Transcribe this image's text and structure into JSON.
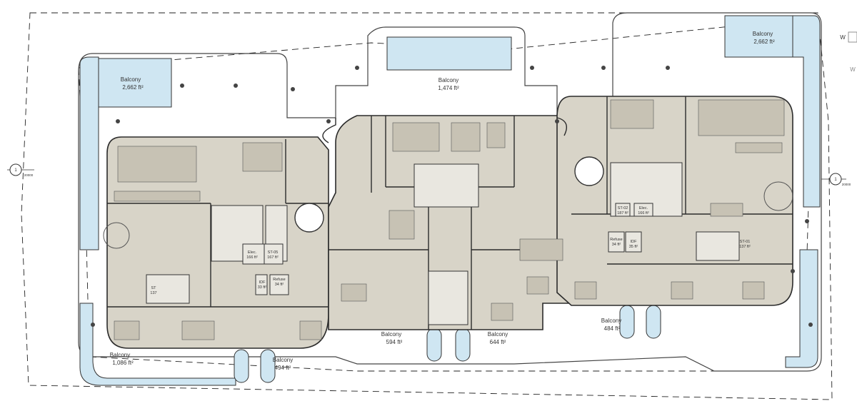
{
  "balconies": {
    "left_top": {
      "name": "Balcony",
      "area": "2,662 ft²"
    },
    "center_top": {
      "name": "Balcony",
      "area": "1,474 ft²"
    },
    "right_top": {
      "name": "Balcony",
      "area": "2,662 ft²"
    },
    "left_bottom": {
      "name": "Balcony",
      "area": "1,086 ft²"
    },
    "mid_left_bottom": {
      "name": "Balcony",
      "area": "494 ft²"
    },
    "center_left_bottom": {
      "name": "Balcony",
      "area": "594 ft²"
    },
    "center_right_bottom": {
      "name": "Balcony",
      "area": "644 ft²"
    },
    "right_bottom": {
      "name": "Balcony",
      "area": "484 ft²"
    }
  },
  "rooms": {
    "left_elec": {
      "name": "Elec.",
      "area": "166 ft²"
    },
    "left_stair": {
      "name": "ST-05",
      "area": "167 ft²"
    },
    "left_idf": {
      "name": "IDF",
      "area": "33 ft²"
    },
    "left_refuse": {
      "name": "Refuse",
      "area": "34 ft²"
    },
    "left_st": {
      "name": "ST",
      "area": "137"
    },
    "right_st": {
      "name": "ST-02",
      "area": "187 ft²"
    },
    "right_elec": {
      "name": "Elec.",
      "area": "166 ft²"
    },
    "right_refuse": {
      "name": "Refuse",
      "area": "34 ft²"
    },
    "right_idf": {
      "name": "IDF",
      "area": "35 ft²"
    },
    "right_st2": {
      "name": "ST-01",
      "area": "137 ft²"
    }
  },
  "markers": {
    "left": {
      "num": "1",
      "ref": "20000"
    },
    "right": {
      "num": "1",
      "ref": "20000"
    },
    "edge_w": "W",
    "edge_w2": "W"
  }
}
